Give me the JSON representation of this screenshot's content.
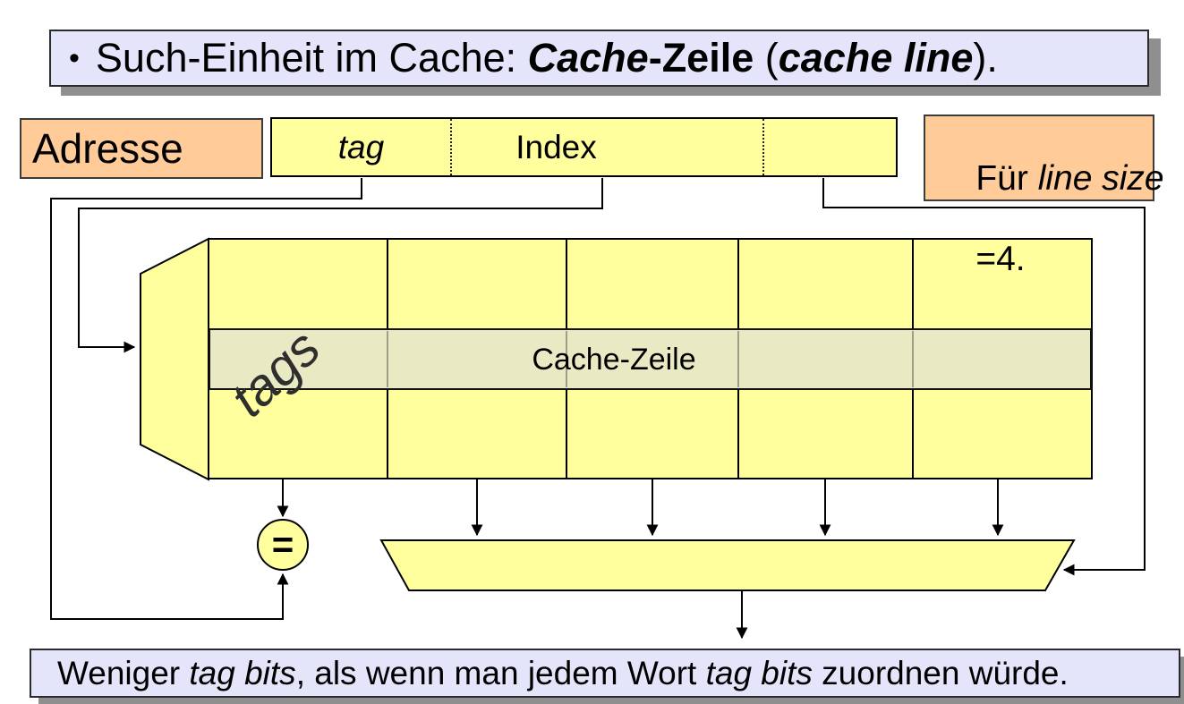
{
  "slide": {
    "top_banner": {
      "bullet": "•",
      "lead": "Such-Einheit im Cache: ",
      "bold_italic_1": "Cache",
      "bold_1": "-Zeile",
      "mid": " (",
      "bold_italic_2": "cache line",
      "tail": ")."
    },
    "adresse_box": {
      "label": "Adresse"
    },
    "address_field": {
      "tag_label": "tag",
      "index_label": "Index"
    },
    "note_box": {
      "lead": "Für ",
      "italic": "line size",
      "line2": "=4."
    },
    "cache": {
      "tags_label": "tags",
      "row_label": "Cache-Zeile"
    },
    "comparator": {
      "symbol": "="
    },
    "bottom_banner": {
      "lead": "Weniger ",
      "italic_1": "tag bits",
      "mid": ", als wenn man jedem Wort ",
      "italic_2": "tag bits",
      "tail": " zuordnen würde."
    },
    "colors": {
      "cell_yellow": "#ffff9e",
      "highlight_row": "#e9e9c4",
      "peach": "#ffcc99",
      "lavender": "#e4e4fa",
      "shadow_gray": "#8f8f8f",
      "line_black": "#000000"
    }
  }
}
